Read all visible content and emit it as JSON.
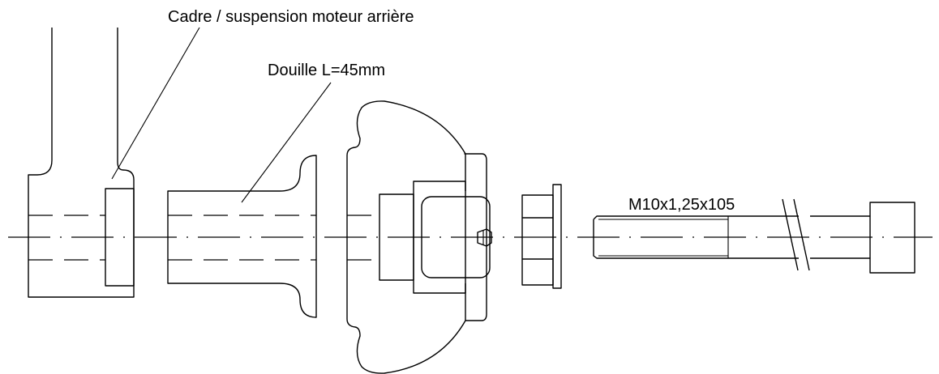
{
  "labels": {
    "frame": "Cadre / suspension moteur arrière",
    "bushing": "Douille L=45mm",
    "bolt": "M10x1,25x105"
  }
}
